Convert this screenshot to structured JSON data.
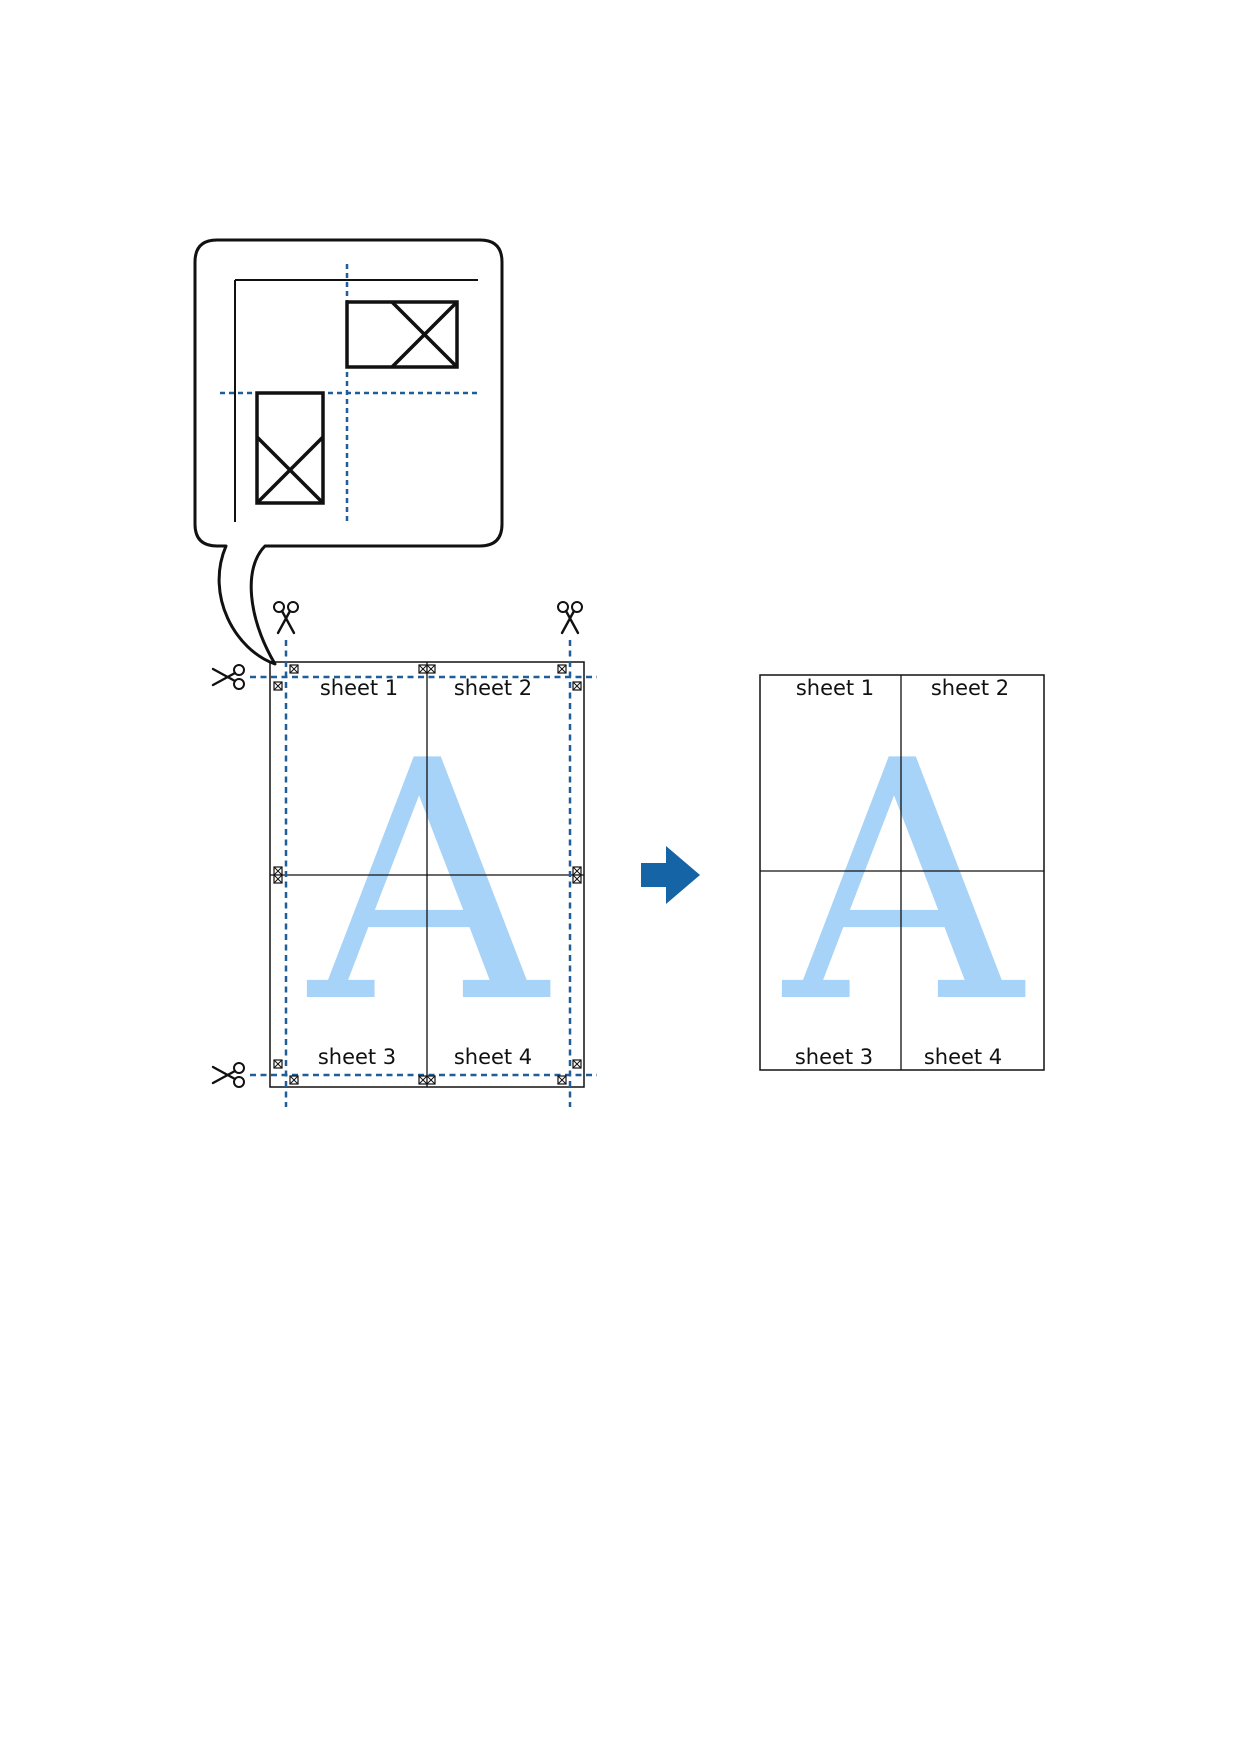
{
  "colors": {
    "cut_line": "#1f5e99",
    "watermark": "#a8d3f8",
    "arrow": "#1565a6",
    "outline": "#111111"
  },
  "diagram": {
    "watermark_letter": "A",
    "before": {
      "labels": [
        "sheet 1",
        "sheet 2",
        "sheet 3",
        "sheet 4"
      ]
    },
    "after": {
      "labels": [
        "sheet 1",
        "sheet 2",
        "sheet 3",
        "sheet 4"
      ]
    }
  },
  "icons": {
    "scissors": "scissors-icon",
    "alignment_mark": "alignment-mark-icon",
    "arrow": "arrow-right-icon"
  }
}
